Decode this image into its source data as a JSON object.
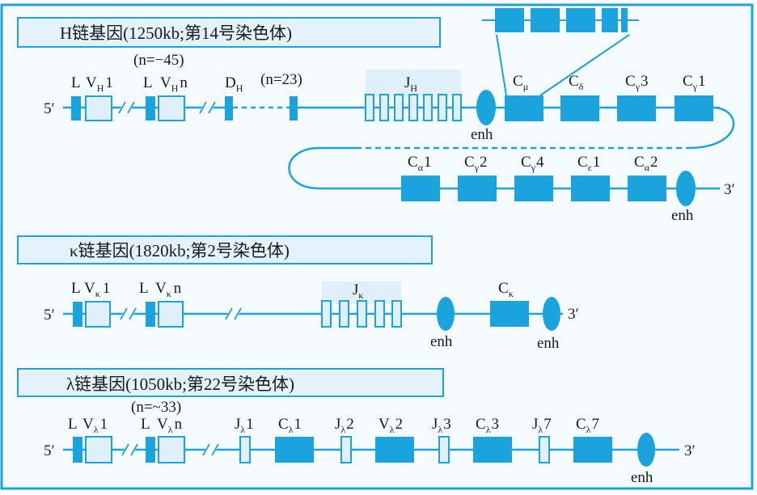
{
  "colors": {
    "line": "#1aa3dc",
    "fill": "#1aa3dc",
    "pale": "#dff0fa",
    "light_box": "#e3f2fb",
    "panel": "#f5fbfe",
    "text": "#1a1a1a"
  },
  "h": {
    "title": "H链基因(1250kb;第14号染色体)",
    "five": "5′",
    "three": "3′",
    "L1": "L",
    "V1": {
      "b": "V",
      "s": "H",
      "t": "1"
    },
    "L2": "L",
    "V2": {
      "b": "V",
      "s": "H",
      "t": "n"
    },
    "n45": "(n=−45)",
    "D": {
      "b": "D",
      "s": "H"
    },
    "n23": "(n=23)",
    "J": {
      "b": "J",
      "s": "H"
    },
    "enh1": "enh",
    "enh2": "enh",
    "c_top": [
      {
        "b": "C",
        "s": "μ",
        "t": ""
      },
      {
        "b": "C",
        "s": "δ",
        "t": ""
      },
      {
        "b": "C",
        "s": "γ",
        "t": "3"
      },
      {
        "b": "C",
        "s": "γ",
        "t": "1"
      }
    ],
    "c_bot": [
      {
        "b": "C",
        "s": "α",
        "t": "1"
      },
      {
        "b": "C",
        "s": "γ",
        "t": "2"
      },
      {
        "b": "C",
        "s": "γ",
        "t": "4"
      },
      {
        "b": "C",
        "s": "ε",
        "t": "1"
      },
      {
        "b": "C",
        "s": "α",
        "t": "2"
      }
    ]
  },
  "k": {
    "title": "κ链基因(1820kb;第2号染色体)",
    "five": "5′",
    "three": "3′",
    "L1": "L",
    "V1": {
      "b": "V",
      "s": "κ",
      "t": "1"
    },
    "L2": "L",
    "V2": {
      "b": "V",
      "s": "κ",
      "t": "n"
    },
    "J": {
      "b": "J",
      "s": "κ"
    },
    "C": {
      "b": "C",
      "s": "κ"
    },
    "enh1": "enh",
    "enh2": "enh"
  },
  "l": {
    "title": "λ链基因(1050kb;第22号染色体)",
    "five": "5′",
    "three": "3′",
    "L1": "L",
    "V1": {
      "b": "V",
      "s": "λ",
      "t": "1"
    },
    "L2": "L",
    "V2": {
      "b": "V",
      "s": "λ",
      "t": "n"
    },
    "n33": "(n=~33)",
    "segs": [
      {
        "b": "J",
        "s": "λ",
        "t": "1"
      },
      {
        "b": "C",
        "s": "λ",
        "t": "1"
      },
      {
        "b": "J",
        "s": "λ",
        "t": "2"
      },
      {
        "b": "V",
        "s": "λ",
        "t": "2"
      },
      {
        "b": "J",
        "s": "λ",
        "t": "3"
      },
      {
        "b": "C",
        "s": "λ",
        "t": "3"
      },
      {
        "b": "J",
        "s": "λ",
        "t": "7"
      },
      {
        "b": "C",
        "s": "λ",
        "t": "7"
      }
    ],
    "enh": "enh"
  }
}
